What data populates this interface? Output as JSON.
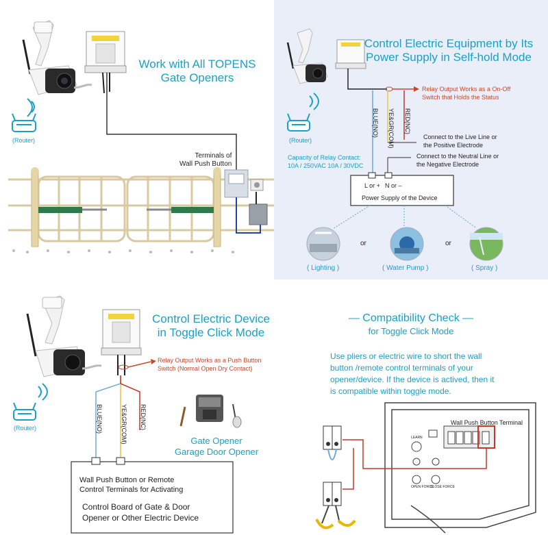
{
  "panel1": {
    "title_line1": "Work with All TOPENS",
    "title_line2": "Gate Openers",
    "router_label": "(Router)",
    "terminal_label_line1": "Terminals of",
    "terminal_label_line2": "Wall Push Button"
  },
  "panel2": {
    "title_line1": "Control Electric Equipment by Its",
    "title_line2": "Power Supply in Self-hold Mode",
    "relay_note_line1": "Relay Output Works as a On-Off",
    "relay_note_line2": "Switch that Holds the Status",
    "router_label": "(Router)",
    "wire_blue": "BLUE(NO)",
    "wire_yegr": "YE&GR(COM)",
    "wire_red": "RED(NC)",
    "live_line1": "Connect to the Live Line or",
    "live_line2": "the Positive Electrode",
    "neutral_line1": "Connect to the Neutral Line or",
    "neutral_line2": "the Negative Electrode",
    "capacity_line1": "Capacity of Relay Contact:",
    "capacity_line2": "10A / 250VAC 10A / 30VDC",
    "terminal_l": "L or +",
    "terminal_n": "N or –",
    "power_supply": "Power Supply of the Device",
    "or_1": "or",
    "or_2": "or",
    "devices": [
      "( Lighting )",
      "( Water Pump )",
      "( Spray )"
    ]
  },
  "panel3": {
    "title_line1": "Control Electric Device",
    "title_line2": "in Toggle Click Mode",
    "relay_note_line1": "Relay Output Works as a Push Button",
    "relay_note_line2": "Switch (Normal Open Dry Contact)",
    "router_label": "(Router)",
    "wire_blue": "BLUE(NO)",
    "wire_yegr": "YE&GR(COM)",
    "wire_red": "RED(NC)",
    "opener_line1": "Gate Opener",
    "opener_line2": "Garage Door Opener",
    "box_line1": "Wall Push Button or Remote",
    "box_line2": "Control Terminals for Activating",
    "box_line3": "Control Board of Gate & Door",
    "box_line4": "Opener or Other Electric Device"
  },
  "panel4": {
    "title": "— Compatibility Check —",
    "subtitle": "for Toggle Click Mode",
    "desc_line1": "Use pliers or electric wire to short the wall",
    "desc_line2": "button /remote control terminals of your",
    "desc_line3": "opener/device. If the device is actived, then it",
    "desc_line4": "is compatible within toggle mode.",
    "board_label": "Wall Push Button Terminal",
    "learn": "LEARN",
    "open_force": "OPEN FORCE",
    "close_force": "CLOSE FORCE"
  },
  "colors": {
    "accent": "#1aa0c8",
    "note_red": "#c44a2a",
    "wire_blue": "#6aaad8",
    "wire_yellow": "#e8c84a",
    "wire_red": "#c0392b",
    "panel2_bg": "#e9eef8"
  }
}
